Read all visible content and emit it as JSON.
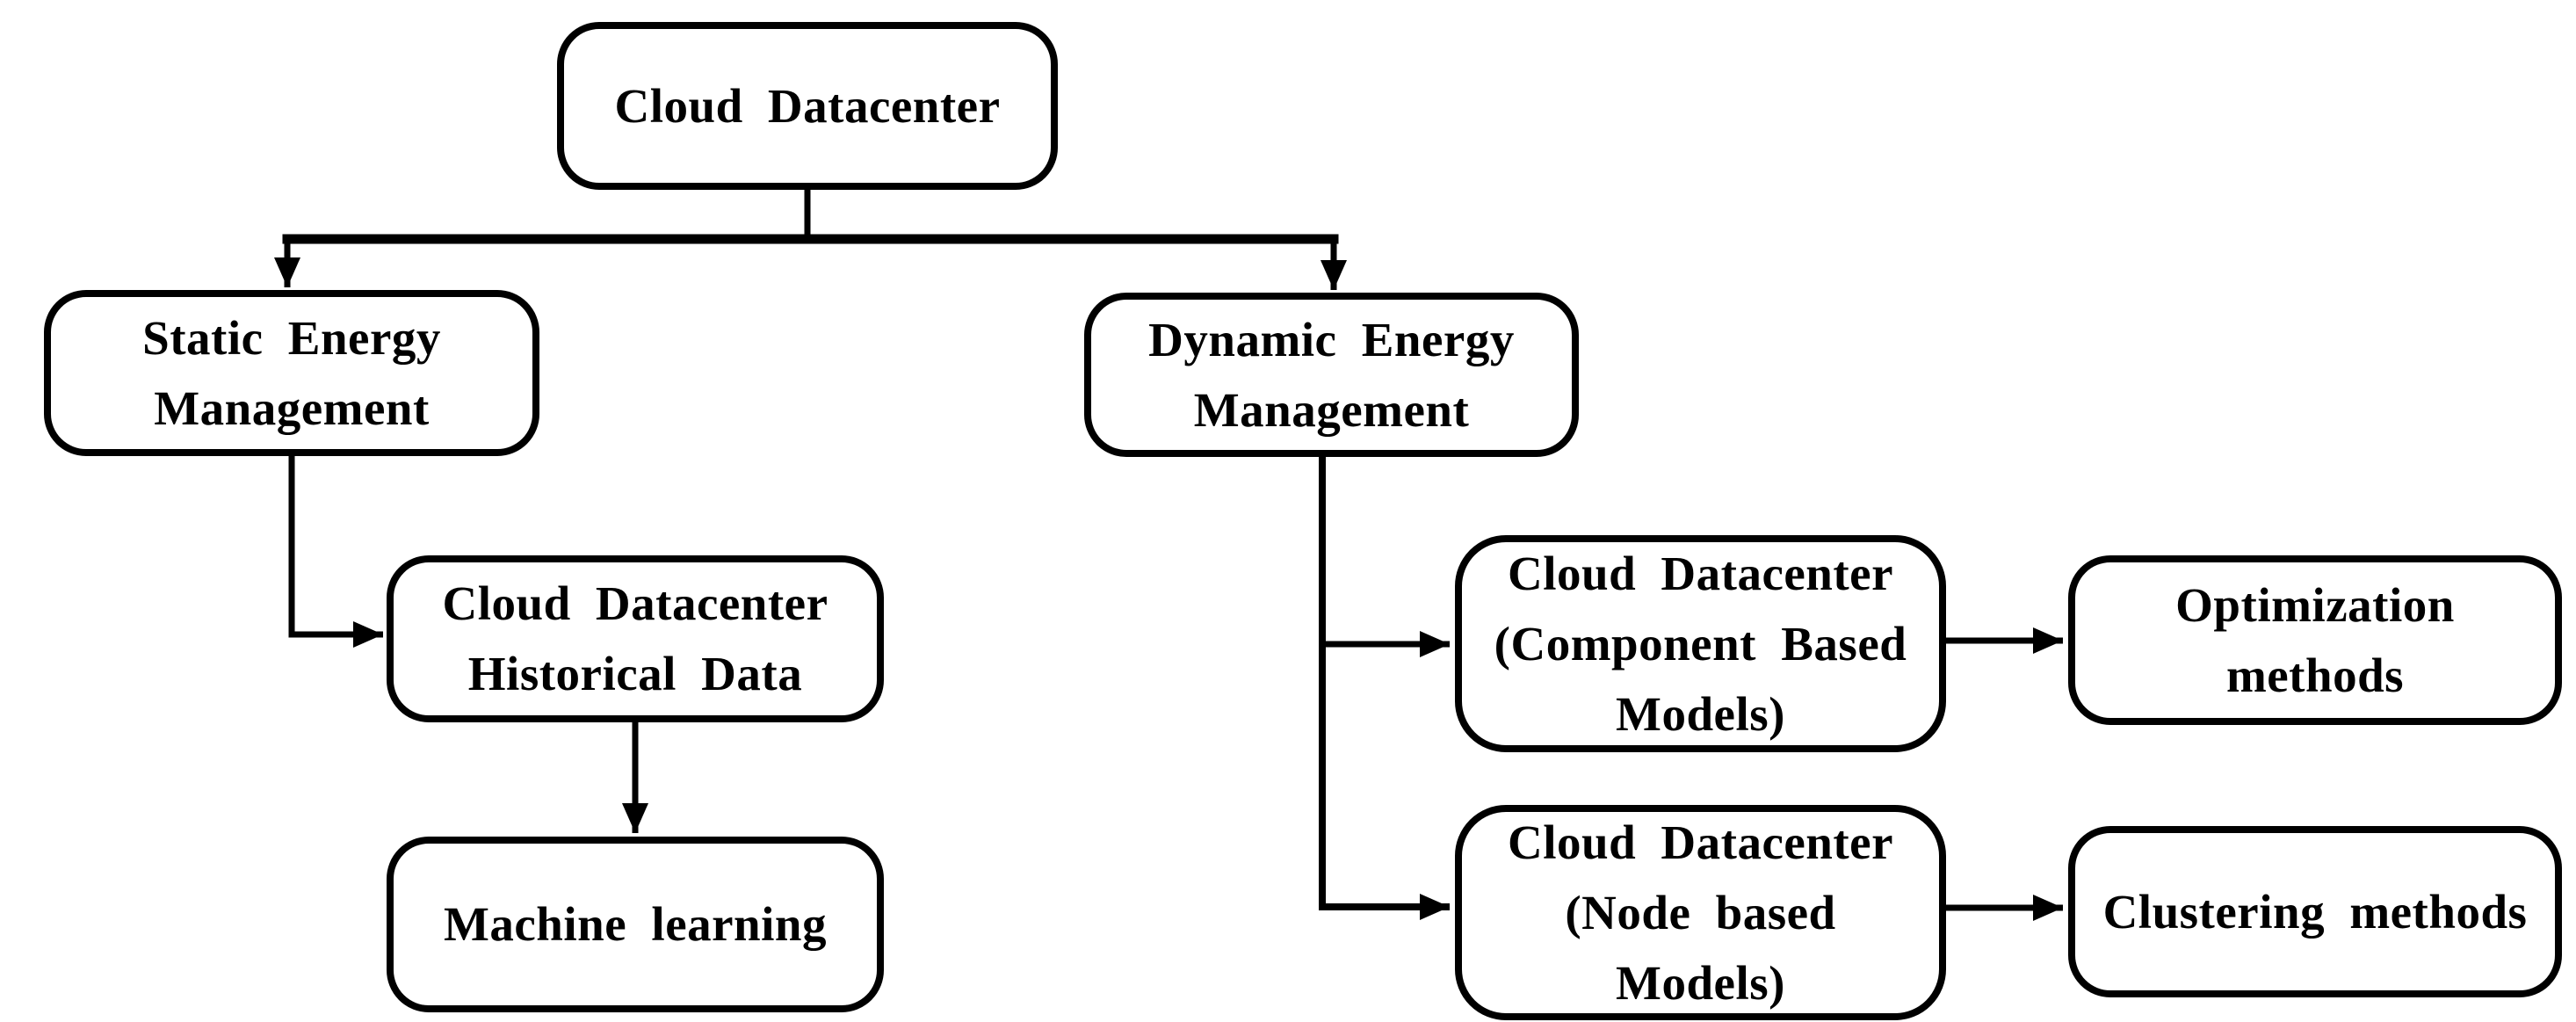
{
  "diagram": {
    "type": "flowchart",
    "background_color": "#ffffff",
    "line_color": "#000000",
    "text_color": "#000000",
    "nodes": [
      {
        "id": "cloud-datacenter",
        "lines": [
          "Cloud Datacenter"
        ]
      },
      {
        "id": "static-energy-management",
        "lines": [
          "Static Energy",
          "Management"
        ]
      },
      {
        "id": "dynamic-energy-management",
        "lines": [
          "Dynamic Energy",
          "Management"
        ]
      },
      {
        "id": "cloud-datacenter-historical-data",
        "lines": [
          "Cloud Datacenter",
          "Historical Data"
        ]
      },
      {
        "id": "machine-learning",
        "lines": [
          "Machine learning"
        ]
      },
      {
        "id": "component-based-models",
        "lines": [
          "Cloud Datacenter",
          "(Component Based",
          "Models)"
        ]
      },
      {
        "id": "optimization-methods",
        "lines": [
          "Optimization",
          "methods"
        ]
      },
      {
        "id": "node-based-models",
        "lines": [
          "Cloud Datacenter",
          "(Node based",
          "Models)"
        ]
      },
      {
        "id": "clustering-methods",
        "lines": [
          "Clustering methods"
        ]
      }
    ],
    "edges": [
      {
        "from": "cloud-datacenter",
        "to": "static-energy-management"
      },
      {
        "from": "cloud-datacenter",
        "to": "dynamic-energy-management"
      },
      {
        "from": "static-energy-management",
        "to": "cloud-datacenter-historical-data"
      },
      {
        "from": "cloud-datacenter-historical-data",
        "to": "machine-learning"
      },
      {
        "from": "dynamic-energy-management",
        "to": "component-based-models"
      },
      {
        "from": "dynamic-energy-management",
        "to": "node-based-models"
      },
      {
        "from": "component-based-models",
        "to": "optimization-methods"
      },
      {
        "from": "node-based-models",
        "to": "clustering-methods"
      }
    ]
  }
}
